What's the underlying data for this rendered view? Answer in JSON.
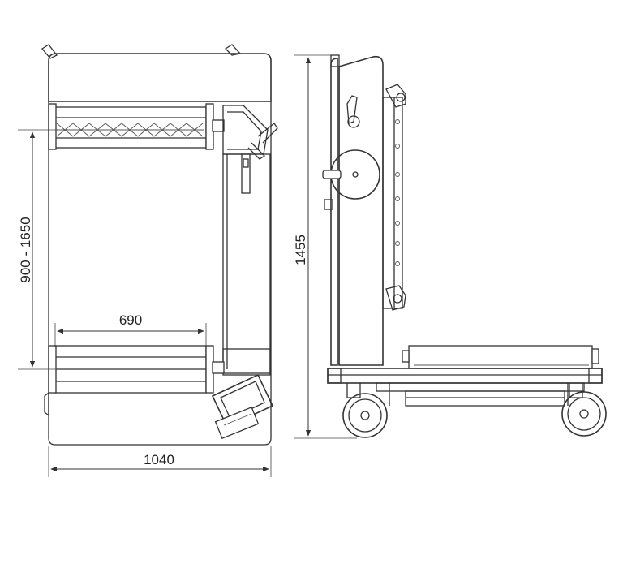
{
  "dimensions": {
    "adjustable_height": "900 - 1650",
    "roller_width": "690",
    "overall_width": "1040",
    "overall_height": "1455"
  },
  "colors": {
    "line": "#333333",
    "background": "#ffffff"
  }
}
